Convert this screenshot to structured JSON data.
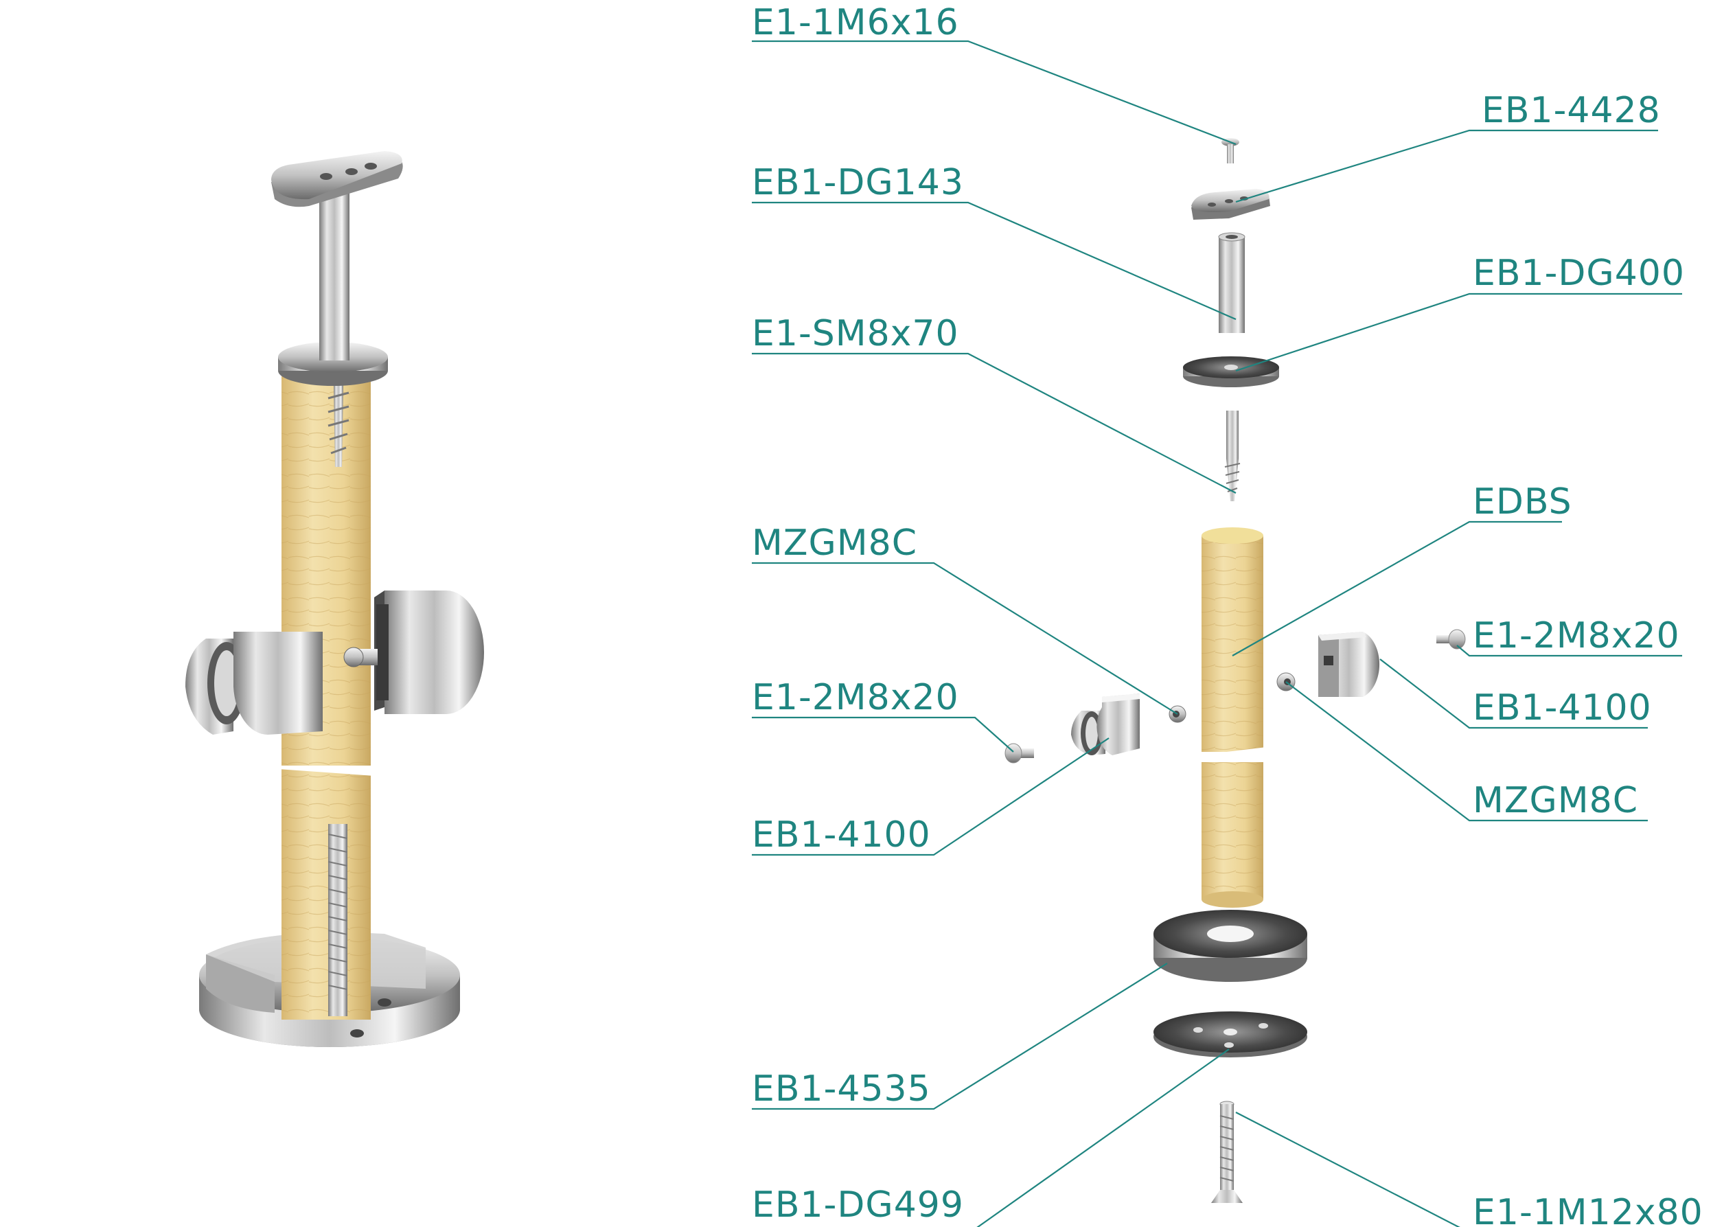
{
  "colors": {
    "label": "#1f8580",
    "wood_light": "#f3e1ad",
    "wood_mid": "#e6cb86",
    "wood_dark": "#cfae66",
    "steel_light": "#f2f2f2",
    "steel_mid": "#c4c4c4",
    "steel_dark": "#6b6b6b"
  },
  "icons": {
    "assembled_post": "assembled-post-icon",
    "exploded_view": "exploded-view-icon"
  },
  "callouts": [
    {
      "id": "top-screw",
      "code": "E1-1M6x16"
    },
    {
      "id": "saddle",
      "code": "EB1-4428"
    },
    {
      "id": "tube",
      "code": "EB1-DG143"
    },
    {
      "id": "cap-disc",
      "code": "EB1-DG400"
    },
    {
      "id": "stud",
      "code": "E1-SM8x70"
    },
    {
      "id": "post",
      "code": "EDBS"
    },
    {
      "id": "nut-left",
      "code": "MZGM8C"
    },
    {
      "id": "screw-right",
      "code": "E1-2M8x20"
    },
    {
      "id": "screw-left",
      "code": "E1-2M8x20"
    },
    {
      "id": "clamp-right",
      "code": "EB1-4100"
    },
    {
      "id": "clamp-left",
      "code": "EB1-4100"
    },
    {
      "id": "nut-right",
      "code": "MZGM8C"
    },
    {
      "id": "base-ring",
      "code": "EB1-4535"
    },
    {
      "id": "base-plate",
      "code": "EB1-DG499"
    },
    {
      "id": "bottom-bolt",
      "code": "E1-1M12x80"
    }
  ]
}
